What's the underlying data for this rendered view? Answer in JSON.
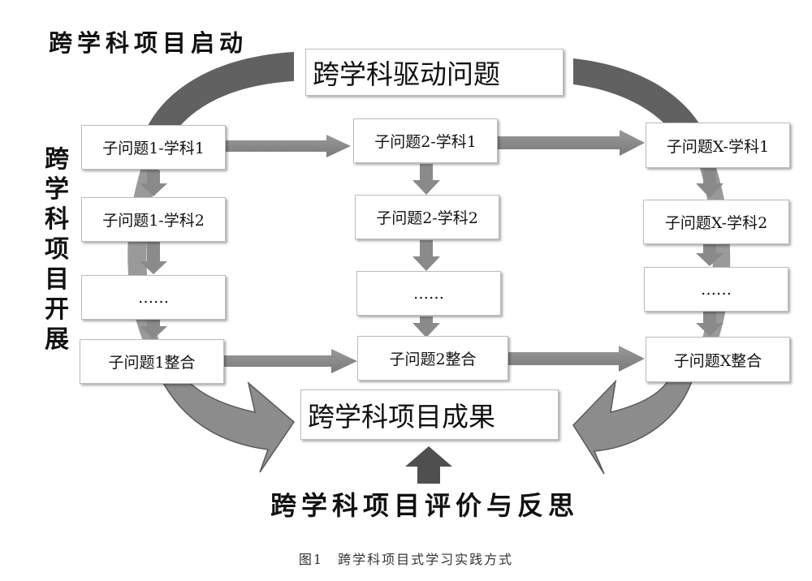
{
  "labels": {
    "launch": "跨学科项目启动",
    "development": "跨学科项目开展",
    "evaluation": "跨学科项目评价与反思"
  },
  "driving_question": "跨学科驱动问题",
  "outcome": "跨学科项目成果",
  "columns": [
    [
      "子问题1-学科1",
      "子问题1-学科2",
      "……",
      "子问题1整合"
    ],
    [
      "子问题2-学科1",
      "子问题2-学科2",
      "……",
      "子问题2整合"
    ],
    [
      "子问题X-学科1",
      "子问题X-学科2",
      "……",
      "子问题X整合"
    ]
  ],
  "caption": "图1　跨学科项目式学习实践方式",
  "colors": {
    "arc_dark": "#606060",
    "arc_light": "#8c8c8c",
    "arrow": "#8a8a8a",
    "box_border": "#bdbdbd"
  }
}
